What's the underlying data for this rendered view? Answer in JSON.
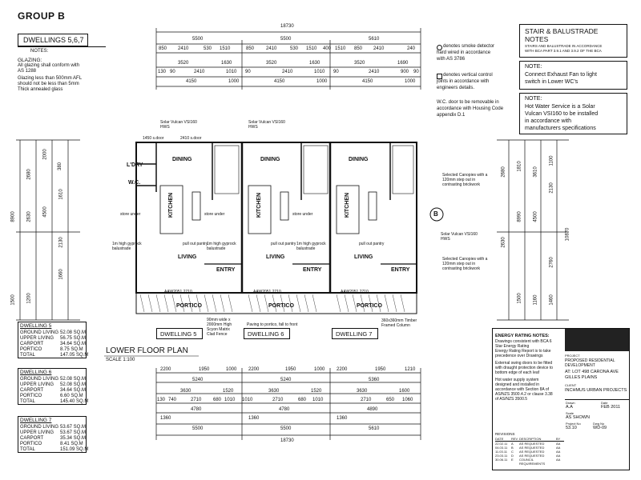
{
  "group_title": "GROUP B",
  "dwellings_title": "DWELLINGS 5,6,7",
  "notes_heading": "NOTES:",
  "glazing": {
    "heading": "GLAZING:",
    "line1": "All glazing shall conform with",
    "line2": "AS 1288",
    "line3": "Glazing less than 500mm AFL",
    "line4": "should not be less than 5mm",
    "line5": "Thick annealed glass"
  },
  "legend": {
    "smoke1": "denotes smoke detector",
    "smoke2": "hard wired in accordance",
    "smoke3": "with AS 3786",
    "vc1": "denotes vertical control",
    "vc2": "joints in accordance with",
    "vc3": "engineers details.",
    "wc1": "W.C. door to be removable in",
    "wc2": "accordance with Housing Code",
    "wc3": "appendix D.1"
  },
  "stair_notes": {
    "title1": "STAIR & BALUSTRADE",
    "title2": "NOTES",
    "body1": "STAIRS AND BALUSTRADE IN ACCORDANCE",
    "body2": "WITH BCA PART 3.9.1 AND 3.9.2 OF THE BCA"
  },
  "note_exhaust": {
    "head": "NOTE:",
    "l1": "Connect Exhaust Fan to light",
    "l2": "switch in Lower WC's"
  },
  "note_hws": {
    "head": "NOTE:",
    "l1": "Hot Water Service is a Solar",
    "l2": "Vulcan VSI160 to be installed",
    "l3": "in accordance with",
    "l4": "manufacturers specifications"
  },
  "top_dims": {
    "overall": "18730",
    "row1": [
      "5500",
      "5500",
      "5610"
    ],
    "row2": [
      "850",
      "2410",
      "530",
      "1510",
      "850",
      "2410",
      "530",
      "1510",
      "400",
      "1510",
      "850",
      "2410",
      "240"
    ],
    "row3": [
      "3520",
      "1630",
      "3520",
      "1630",
      "3520",
      "1690"
    ],
    "row4": [
      "130",
      "90",
      "2410",
      "1010",
      "90",
      "2410",
      "1010",
      "90",
      "2410",
      "900",
      "90"
    ],
    "row5": [
      "4150",
      "1000",
      "4150",
      "1000",
      "4150",
      "1000"
    ]
  },
  "bottom_dims": {
    "overall": "18730",
    "row1": [
      "2200",
      "1950",
      "1000",
      "2200",
      "1950",
      "1000",
      "2200",
      "1950",
      "1210"
    ],
    "row2": [
      "5240",
      "5240",
      "5360"
    ],
    "row3": [
      "3630",
      "1520",
      "3630",
      "1520",
      "3630",
      "1600"
    ],
    "row4": [
      "130",
      "740",
      "2710",
      "680",
      "1010",
      "1010",
      "2710",
      "680",
      "1010",
      "2710",
      "650",
      "1060"
    ],
    "row5": [
      "4780",
      "4780",
      "4890"
    ],
    "row6": [
      "5500",
      "5500",
      "5610"
    ],
    "row7": [
      "1360",
      "1360",
      "1360"
    ]
  },
  "left_dims": [
    "2000",
    "2680",
    "4500",
    "8900",
    "2630",
    "2130",
    "1200",
    "1500",
    "1660",
    "380",
    "1610"
  ],
  "right_dims": [
    "2680",
    "1810",
    "3610",
    "1100",
    "2130",
    "8990",
    "10870",
    "4500",
    "2630",
    "1500",
    "1160",
    "1460",
    "2760"
  ],
  "plan_labels": {
    "hws1": "Solar Vulcan VSI160",
    "hws1b": "HWS",
    "hws2": "Solar Vulcan VSI160",
    "hws2b": "HWS",
    "hws3": "Solar Vulcan VSI160",
    "hws3b": "HWS",
    "dining": "DINING",
    "kitchen": "KITCHEN",
    "living": "LIVING",
    "entry": "ENTRY",
    "portico": "PORTICO",
    "ldry": "L'DRY",
    "wc": "W.C.",
    "store_under": "store under",
    "pull_out_pantry": "pull out pantry",
    "balustrade": "1m high gyprock balustrade",
    "sdoor": "1450 s.door",
    "sdoor2": "2410 s.door",
    "canopy1": "Selected Canopies with a 120mm step out in contrasting brickwork",
    "canopy2": "Selected Canopies with a 120mm step out in contrasting brickwork",
    "marker": "B",
    "window": "AAW2051.2710"
  },
  "dwelling_tags": [
    "DWELLING 5",
    "DWELLING 6",
    "DWELLING 7"
  ],
  "fence_note1": "90mm wide x",
  "fence_note2": "2000mm High",
  "fence_note3": "Scyon Matrix",
  "fence_note4": "Clad Fence",
  "paving_note": "Paving to portico, fall to front",
  "column_note1": "360x360mm Timber",
  "column_note2": "Framed Column",
  "plan_title": "LOWER FLOOR PLAN",
  "plan_scale": "SCALE 1:100",
  "schedules": [
    {
      "title": "DWELLING 5",
      "rows": [
        [
          "GROUND LIVING",
          "52.08 SQ.M"
        ],
        [
          "UPPER LIVING",
          "56.75 SQ.M"
        ],
        [
          "CARPORT",
          "34.64 SQ.M"
        ],
        [
          "PORTICO",
          "8.75 SQ.M"
        ],
        [
          "TOTAL",
          "147.05 SQ.M"
        ]
      ]
    },
    {
      "title": "DWELLING 6",
      "rows": [
        [
          "GROUND LIVING",
          "52.08 SQ.M"
        ],
        [
          "UPPER LIVING",
          "52.08 SQ.M"
        ],
        [
          "CARPORT",
          "34.64 SQ.M"
        ],
        [
          "PORTICO",
          "6.60 SQ.M"
        ],
        [
          "TOTAL",
          "145.40 SQ.M"
        ]
      ]
    },
    {
      "title": "DWELLING 7",
      "rows": [
        [
          "GROUND LIVING",
          "53.67 SQ.M"
        ],
        [
          "UPPER LIVING",
          "53.67 SQ.M"
        ],
        [
          "CARPORT",
          "35.34 SQ.M"
        ],
        [
          "PORTICO",
          "8.41 SQ.M"
        ],
        [
          "TOTAL",
          "151.09 SQ.M"
        ]
      ]
    }
  ],
  "energy": {
    "head": "ENERGY RATING NOTES:",
    "l1": "Drawings consistent with BCA 6",
    "l2": "Star Energy Rating",
    "l3": "Energy Rating Report is to take",
    "l4": "precedence over Drawings",
    "l5": "External swing doors to be fitted",
    "l6": "with draught protection device to",
    "l7": "bottom edge of each leaf",
    "l8": "Hot water supply system",
    "l9": "designed and installed in",
    "l10": "accordance with Section 8A of",
    "l11": "AS/NZS 3500.4.2 or clause 3.38",
    "l12": "of AS/NZS 3500.5"
  },
  "title_block": {
    "project_label": "PROJECT",
    "project1": "PROPOSED RESIDENTIAL",
    "project2": "DEVELOPMENT",
    "site": "AT: LOT 498 CARONA AVE",
    "site2": "GILLES PLAINS",
    "client_label": "CLIENT",
    "client": "INCHMUS URBAN PROJECTS",
    "drawn_label": "Drawn",
    "drawn": "A.A",
    "date_label": "Date",
    "date": "FEB 2011",
    "scale_label": "Scale",
    "scale": "AS SHOWN",
    "project_no_label": "Project No",
    "project_no": "53.10",
    "dwg_label": "Dwg No",
    "dwg": "WD-09",
    "revisions_head": "REVISIONS",
    "rev_cols": [
      "DATE",
      "REV",
      "DESCRIPTION",
      "BY"
    ],
    "revisions": [
      [
        "22.02.11",
        "A",
        "AS REQUESTED",
        "AA"
      ],
      [
        "04.03.11",
        "B",
        "AS REQUESTED",
        "AA"
      ],
      [
        "11.03.11",
        "C",
        "AS REQUESTED",
        "AA"
      ],
      [
        "23.03.11",
        "D",
        "AS REQUESTED",
        "AA"
      ],
      [
        "30.06.11",
        "E",
        "COUNCIL REQUIREMENTS",
        "AA"
      ]
    ]
  }
}
